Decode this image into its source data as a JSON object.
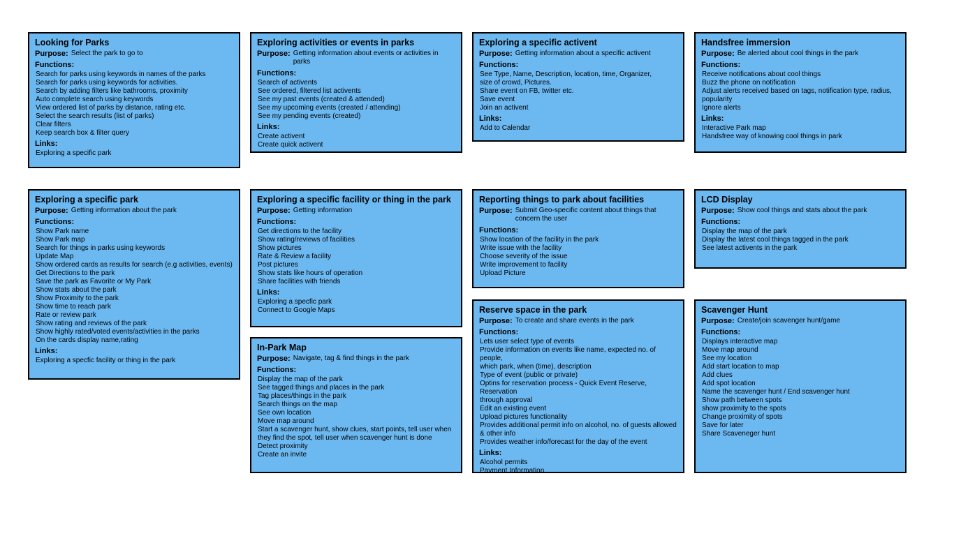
{
  "labels": {
    "purpose": "Purpose:",
    "functions": "Functions:",
    "links": "Links:"
  },
  "cards": [
    {
      "id": "looking-for-parks",
      "title": "Looking for Parks",
      "purpose": "Select the park to go to",
      "functions": [
        "Search for parks using keywords in names of the parks",
        "Search for parks using keywords for activities.",
        "Search by adding filters like bathrooms, proximity",
        "Auto complete search using keywords",
        "View ordered list of parks by distance, rating etc.",
        "Select the search results (list of parks)",
        "Clear filters",
        "Keep search box & filter query"
      ],
      "links": [
        "Exploring a specific park"
      ]
    },
    {
      "id": "exploring-activities-events",
      "title": "Exploring activities or events in parks",
      "purpose": "Getting information about events or activities in parks",
      "functions": [
        "Search of activents",
        "See ordered, filtered list activents",
        "See my past events (created & attended)",
        "See my upcoming events (created / attending)",
        "See my pending events (created)"
      ],
      "links": [
        "Create activent",
        "Create quick activent"
      ]
    },
    {
      "id": "exploring-specific-activent",
      "title": "Exploring a specific activent",
      "purpose": "Getting information about a specific activent",
      "functions": [
        "See Type, Name, Description, location, time, Organizer,",
        "size of crowd, Pictures.",
        "Share event on FB, twitter etc.",
        "Save event",
        "Join an activent"
      ],
      "links": [
        "Add to Calendar"
      ]
    },
    {
      "id": "handsfree-immersion",
      "title": "Handsfree immersion",
      "purpose": "Be alerted about cool things in the park",
      "functions": [
        "Receive notifications about cool things",
        "Buzz the phone on notification",
        "Adjust alerts received based on tags, notification type, radius,",
        "popularity",
        "Ignore alerts"
      ],
      "links": [
        "Interactive Park map",
        "Handsfree way of knowing cool things in park"
      ]
    },
    {
      "id": "exploring-specific-park",
      "title": "Exploring a specific park",
      "purpose": "Getting information about the park",
      "functions": [
        "Show Park name",
        "Show Park map",
        "Search for things in parks using keywords",
        "Update Map",
        "Show ordered cards as results for search (e.g activities, events)",
        "Get Directions to the park",
        "Save the park as Favorite or My Park",
        "Show stats about the park",
        "Show Proximity to the park",
        "Show time to reach park",
        "Rate or review park",
        "Show rating and reviews of the park",
        "Show highly rated/voted events/activities in the parks",
        "On the cards display name,rating"
      ],
      "links": [
        "Exploring a specfic facility or thing in the park"
      ]
    },
    {
      "id": "exploring-specific-facility",
      "title": "Exploring a specific facility or thing in the park",
      "purpose": "Getting information",
      "functions": [
        "Get directions to the facility",
        "Show rating/reviews of facilities",
        "Show pictures",
        "Rate & Review a facility",
        "Post pictures",
        "Show stats like hours of operation",
        "Share facilities with friends"
      ],
      "links": [
        "Exploring a specfic park",
        "Connect to Google Maps"
      ]
    },
    {
      "id": "reporting-things",
      "title": "Reporting things to park about facilities",
      "purpose": "Submit Geo-specific content about things that concern the user",
      "functions": [
        "Show location of the facility in the park",
        "Write issue with the facility",
        "Choose severity of the issue",
        "Write improvement to facility",
        "Upload Picture"
      ],
      "links": []
    },
    {
      "id": "lcd-display",
      "title": "LCD Display",
      "purpose": "Show cool things and stats about the park",
      "functions": [
        "Display the map of the park",
        "Display the latest cool things tagged in the park",
        "See latest activents in the park"
      ],
      "links": []
    },
    {
      "id": "in-park-map",
      "title": "In-Park Map",
      "purpose": "Navigate, tag & find things in the park",
      "functions": [
        "Display the map of the park",
        "See tagged things and places in the park",
        "Tag places/things in the park",
        "Search things on the map",
        "See own location",
        "Move map around",
        "Start a scavenger hunt, show clues, start points, tell user when",
        "they find the spot, tell user when scavenger hunt is done",
        "Detect proximity",
        "Create an invite"
      ],
      "links": []
    },
    {
      "id": "reserve-space",
      "title": "Reserve space in the park",
      "purpose": "To create and share events in the park",
      "functions": [
        "Lets user select type of events",
        "Provide information on events like name, expected no. of people,",
        "which park, when (time), description",
        "Type of event (public or private)",
        "Optins for reservation process - Quick Event Reserve, Reservation",
        "through approval",
        "Edit an existing event",
        "Upload pictures functionality",
        "Provides additional permit info on alcohol, no. of guests allowed",
        "& other info",
        "Provides weather info/forecast for the day of the event"
      ],
      "links": [
        "Alcohol permits",
        "Payment Information"
      ]
    },
    {
      "id": "scavenger-hunt",
      "title": "Scavenger Hunt",
      "purpose": "Create/join scavenger hunt/game",
      "functions": [
        "Displays interactive map",
        "Move map around",
        "See my location",
        "Add start location to map",
        "Add clues",
        "Add spot location",
        "Name the scavenger hunt / End scavenger hunt",
        "Show path between spots",
        "show proximity to the spots",
        "Change proximity of spots",
        "Save for later",
        "Share Scaveneger hunt"
      ],
      "links": []
    }
  ]
}
